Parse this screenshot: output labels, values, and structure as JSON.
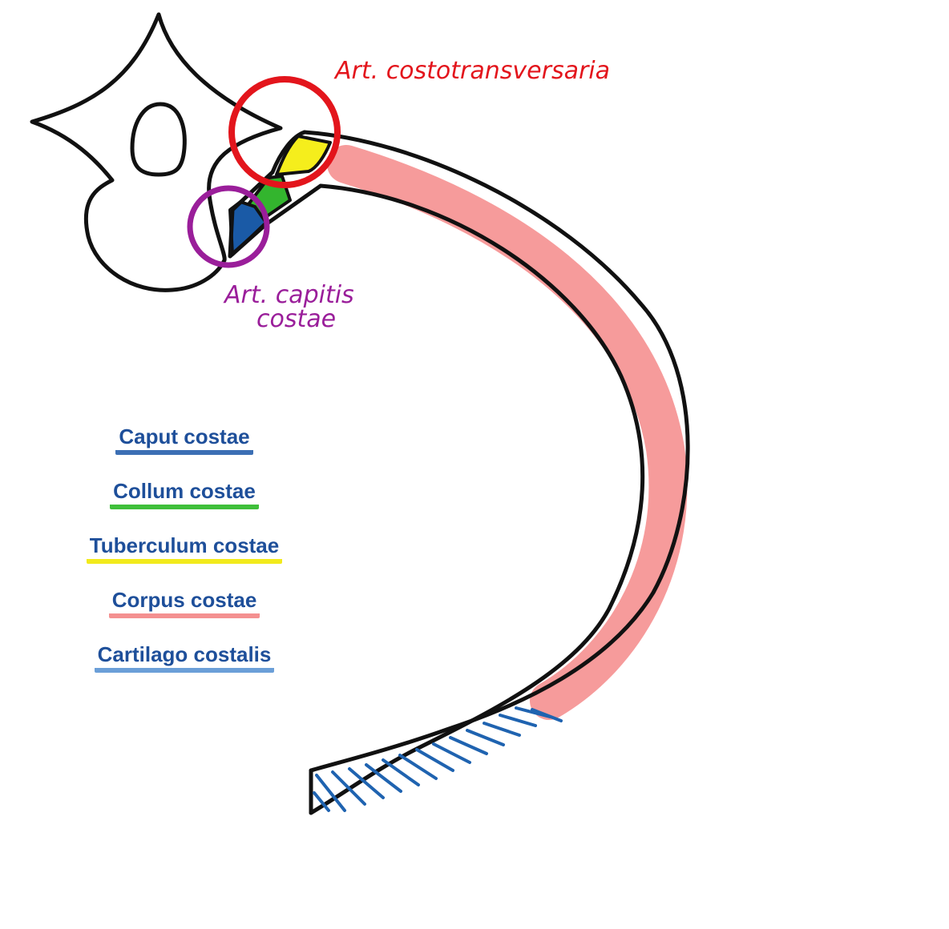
{
  "labels": {
    "art_costotransversaria": "Art. costotransversaria",
    "art_capitis_line1": "Art. capitis",
    "art_capitis_line2": "costae"
  },
  "legend": [
    {
      "text": "Caput costae",
      "underline": "#3c6fb4"
    },
    {
      "text": "Collum costae",
      "underline": "#3fbf3a"
    },
    {
      "text": "Tuberculum costae",
      "underline": "#f2ea1c"
    },
    {
      "text": "Corpus costae",
      "underline": "#f49090"
    },
    {
      "text": "Cartilago costalis",
      "underline": "#6b9fd8"
    }
  ],
  "colors": {
    "outline": "#111111",
    "costotransversaria_circle": "#e3151c",
    "capitis_circle": "#9a1e9a",
    "caput": "#1a5aa6",
    "collum": "#33b52e",
    "tuberculum": "#f5ee1c",
    "corpus": "#f58a8a",
    "cartilago_hatch": "#1f63b0",
    "label_red": "#e3151c",
    "label_purple": "#9a1e9a"
  }
}
